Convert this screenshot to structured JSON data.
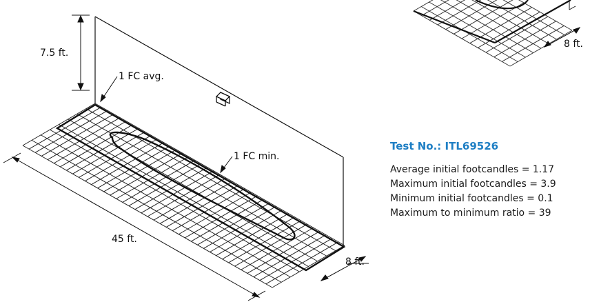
{
  "labels": {
    "height": "7.5 ft.",
    "fc_avg": "1 FC avg.",
    "fc_min": "1 FC min.",
    "length": "45 ft.",
    "depth_main": "8 ft.",
    "depth_top": "8 ft."
  },
  "test": {
    "title": "Test No.: ITL69526",
    "stats": [
      "Average initial footcandles = 1.17",
      "Maximum initial footcandles = 3.9",
      "Minimum initial footcandles = 0.1",
      "Maximum to minimum ratio = 39"
    ]
  }
}
